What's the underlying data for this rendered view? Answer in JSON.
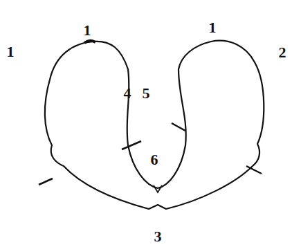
{
  "diagram": {
    "labels": [
      "1",
      "1",
      "1",
      "2",
      "4",
      "5",
      "6",
      "3"
    ]
  }
}
